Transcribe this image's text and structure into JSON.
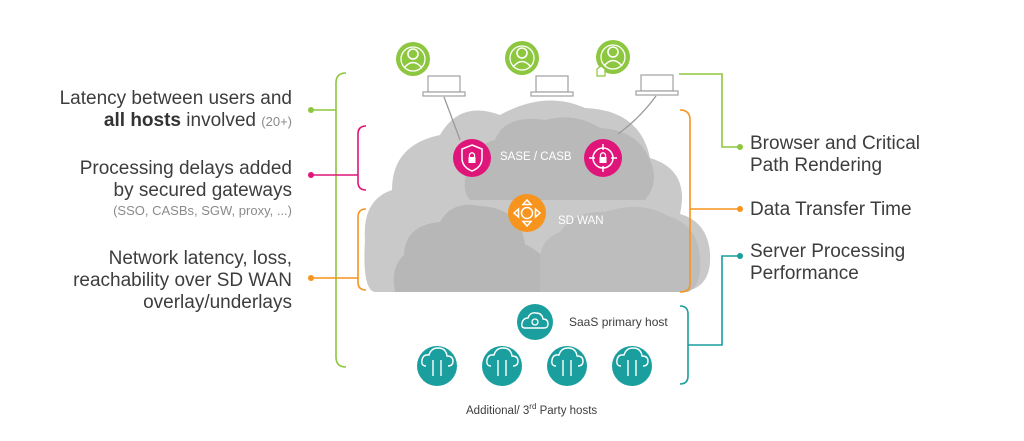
{
  "left_labels": {
    "latency_pre": "Latency between users and",
    "latency_bold": "all hosts",
    "latency_post": "involved",
    "latency_count": "(20+)",
    "processing_line1": "Processing delays added",
    "processing_line2": "by secured gateways",
    "processing_sub": "(SSO, CASBs, SGW, proxy, ...)",
    "network_line1": "Network latency, loss,",
    "network_line2": "reachability over SD WAN",
    "network_line3": "overlay/underlays"
  },
  "right_labels": {
    "browser_line1": "Browser and Critical",
    "browser_line2": "Path Rendering",
    "transfer": "Data Transfer Time",
    "server_line1": "Server Processing",
    "server_line2": "Performance"
  },
  "nodes": {
    "sase": "SASE / CASB",
    "sdwan": "SD WAN",
    "saas": "SaaS primary host",
    "third_party_pre": "Additional/ 3",
    "third_party_sup": "rd",
    "third_party_post": " Party hosts"
  },
  "colors": {
    "green": "#8dc63f",
    "magenta": "#e0157a",
    "orange": "#f7941d",
    "teal": "#1a9e9e",
    "cloud": "#c8c8c8",
    "cloud_dark": "#b4b4b4"
  },
  "icons": [
    "user-icon",
    "laptop-icon",
    "shield-lock-icon",
    "target-lock-icon",
    "sdwan-hub-icon",
    "cloud-gear-icon",
    "cloud-sync-icon"
  ]
}
